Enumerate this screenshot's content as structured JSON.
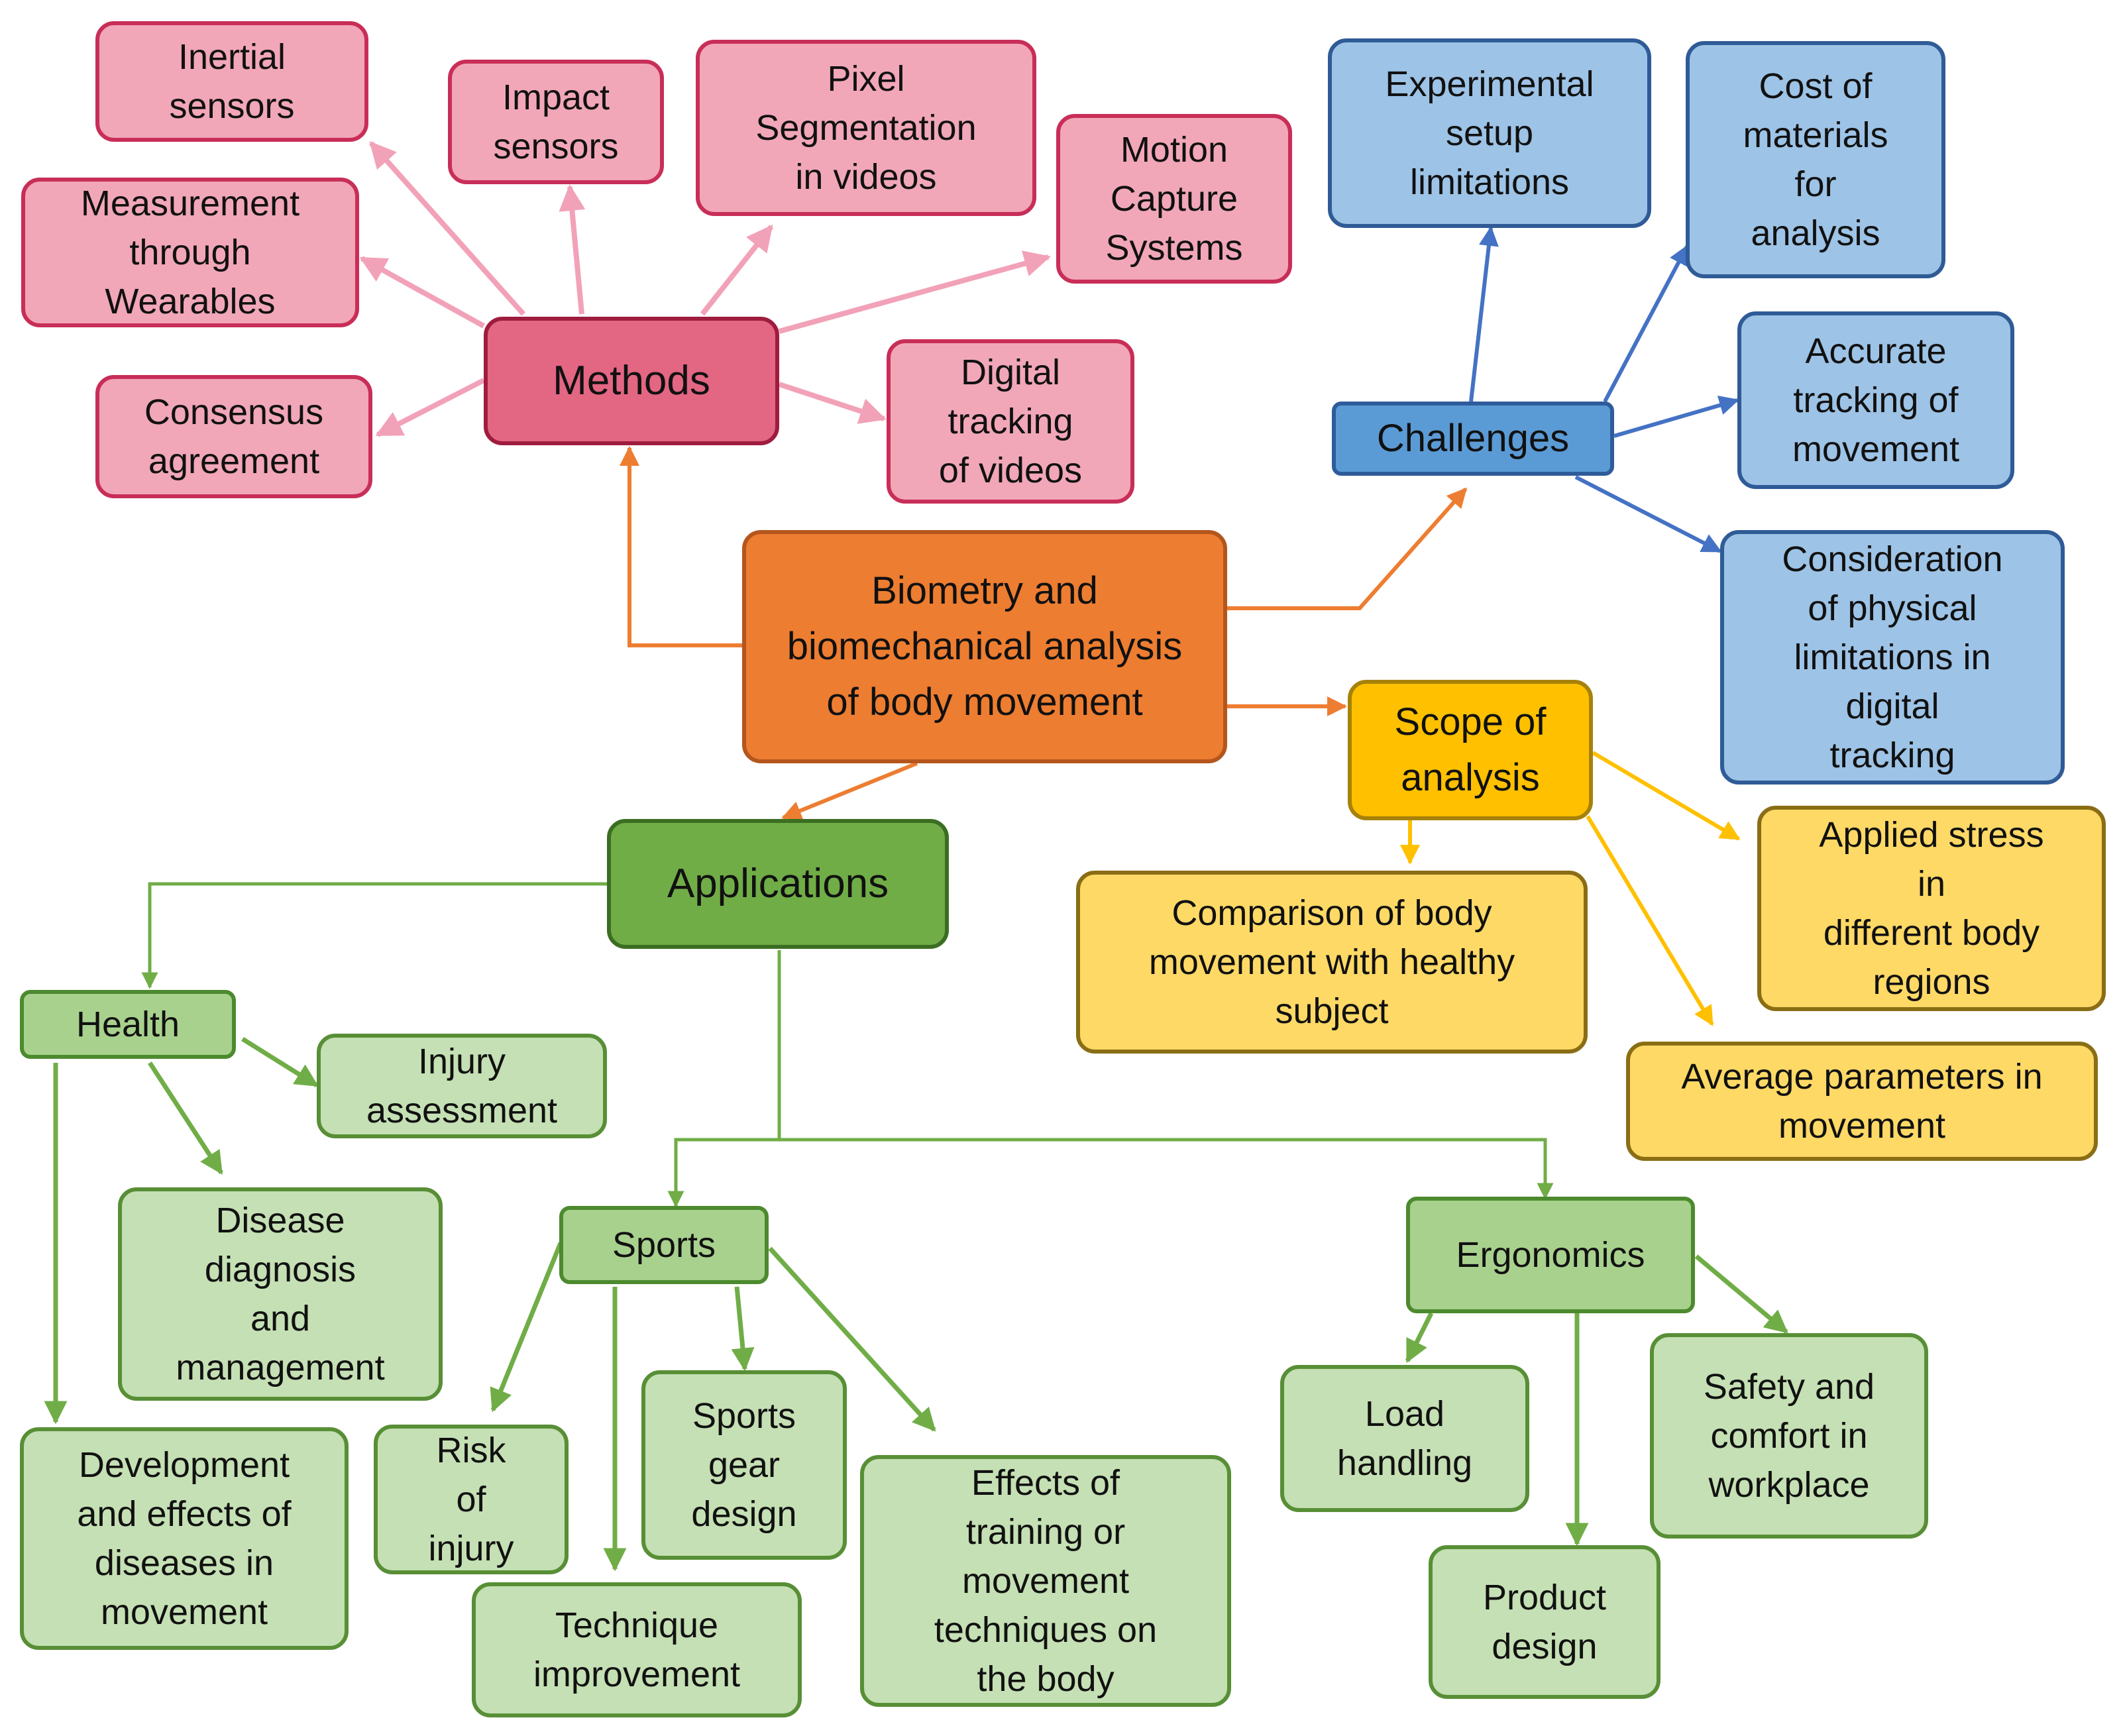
{
  "nodes": {
    "center": "Biometry and\nbiomechanical analysis\nof body movement",
    "methods": "Methods",
    "inertial": "Inertial\nsensors",
    "impact": "Impact\nsensors",
    "pixel": "Pixel\nSegmentation\nin videos",
    "motion": "Motion\nCapture\nSystems",
    "wearables": "Measurement\nthrough\nWearables",
    "consensus": "Consensus\nagreement",
    "digital": "Digital\ntracking\nof videos",
    "challenges": "Challenges",
    "experimental": "Experimental\nsetup\nlimitations",
    "cost": "Cost of\nmaterials\nfor\nanalysis",
    "accurate": "Accurate\ntracking of\nmovement",
    "consideration": "Consideration\nof physical\nlimitations in\ndigital\ntracking",
    "scope": "Scope of\nanalysis",
    "comparison": "Comparison of body\nmovement with healthy\nsubject",
    "stress": "Applied stress\nin\ndifferent body\nregions",
    "average": "Average parameters in\nmovement",
    "applications": "Applications",
    "health": "Health",
    "injury": "Injury\nassessment",
    "disease": "Disease\ndiagnosis\nand\nmanagement",
    "development": "Development\nand effects of\ndiseases in\nmovement",
    "sports": "Sports",
    "risk": "Risk\nof\ninjury",
    "technique": "Technique\nimprovement",
    "gear": "Sports\ngear\ndesign",
    "effects": "Effects of\ntraining or\nmovement\ntechniques on\nthe body",
    "ergonomics": "Ergonomics",
    "load": "Load\nhandling",
    "product": "Product\ndesign",
    "safety": "Safety and\ncomfort in\nworkplace"
  },
  "colors": {
    "methods_arrow": "#f2a2b8",
    "center_arrow": "#ed7d31",
    "challenges_arrow": "#4472c4",
    "scope_arrow": "#ffc000",
    "applications_arrow": "#70ad47"
  }
}
